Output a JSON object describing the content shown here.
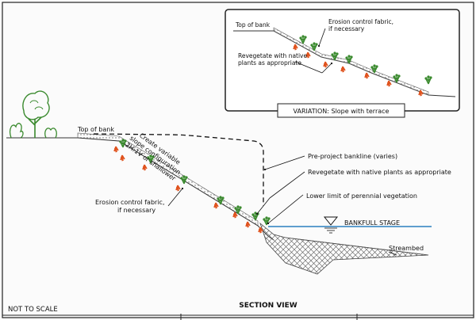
{
  "inset": {
    "top_of_bank": "Top of bank",
    "erosion_fabric_line1": "Erosion control fabric,",
    "erosion_fabric_line2": "if necessary",
    "revegetate_line1": "Revegetate with native",
    "revegetate_line2": "plants as appropriate",
    "caption": "VARIATION: Slope with terrace"
  },
  "main": {
    "top_of_bank": "Top of bank",
    "slope_note_line1": "Create variable",
    "slope_note_line2": "slope configuration",
    "slope_note_line3": "2H:1V or shallower",
    "pre_project_bankline": "Pre-project bankline (varies)",
    "revegetate": "Revegetate with native plants as appropriate",
    "lower_limit": "Lower limit of perennial vegetation",
    "erosion_fabric_line1": "Erosion control fabric,",
    "erosion_fabric_line2": "if necessary",
    "bankfull_stage": "BANKFULL STAGE",
    "streambed": "Streambed"
  },
  "footer": {
    "scale_note": "NOT TO SCALE",
    "view_title": "SECTION VIEW"
  },
  "colors": {
    "plant_green": "#3a8a2e",
    "root_orange": "#e0531e",
    "water_blue": "#2a7fc0",
    "line": "#111111"
  }
}
